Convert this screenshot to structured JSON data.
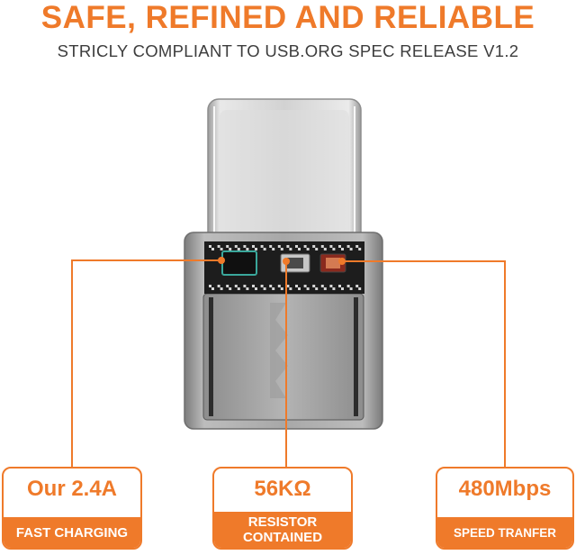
{
  "header": {
    "title": "SAFE, REFINED AND RELIABLE",
    "subtitle": "STRICLY COMPLIANT TO USB.ORG SPEC RELEASE V1.2"
  },
  "features": [
    {
      "value": "Our 2.4A",
      "label_lines": [
        "FAST CHARGING"
      ]
    },
    {
      "value": "56KΩ",
      "label_lines": [
        "RESISTOR",
        "CONTAINED"
      ]
    },
    {
      "value": "480Mbps",
      "label_lines": [
        "SPEED TRANFER"
      ]
    }
  ],
  "colors": {
    "accent": "#ef7a2a",
    "text_dark": "#3d3d3d",
    "metal": "#9a9a9a"
  }
}
